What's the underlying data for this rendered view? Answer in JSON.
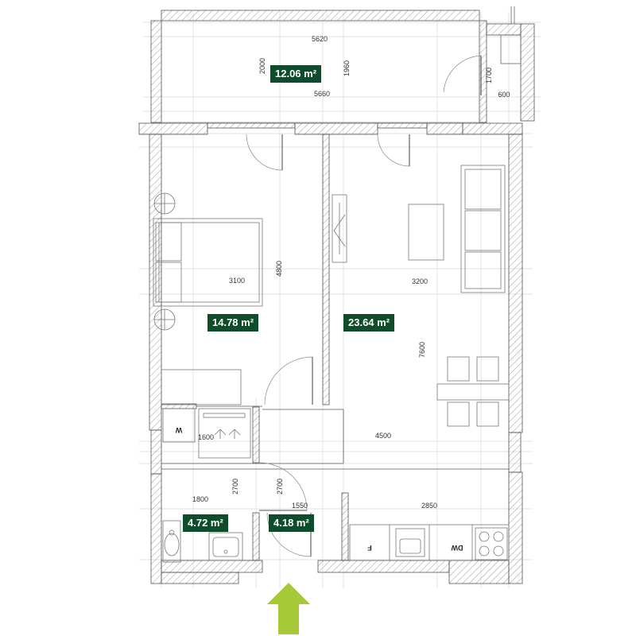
{
  "areas": {
    "balcony": "12.06 m²",
    "bedroom": "14.78 m²",
    "living": "23.64 m²",
    "bathroom": "4.72 m²",
    "hall": "4.18 m²"
  },
  "dimensions": {
    "balcony_width_top": "5620",
    "balcony_width_bottom": "5660",
    "balcony_depth_left": "2000",
    "balcony_depth_right": "1960",
    "side_1700": "1700",
    "side_600": "600",
    "bedroom_width": "3100",
    "bedroom_depth": "4800",
    "living_width": "3200",
    "living_depth": "7600",
    "wardrobe_width": "1600",
    "corridor_width": "4500",
    "bathroom_width": "1800",
    "bathroom_depth": "2700",
    "hall_depth": "2700",
    "hall_width": "1550",
    "kitchen_width": "2850"
  },
  "appliances": {
    "washer": "W",
    "fridge": "F",
    "dishwasher": "DW"
  },
  "colors": {
    "area_badge": "#0f4c2b",
    "entrance_arrow": "#a5c937",
    "wall_hatch": "#9a9a9a",
    "grid": "#d8d8d8"
  },
  "icons": {
    "entrance": "up-arrow-icon"
  }
}
